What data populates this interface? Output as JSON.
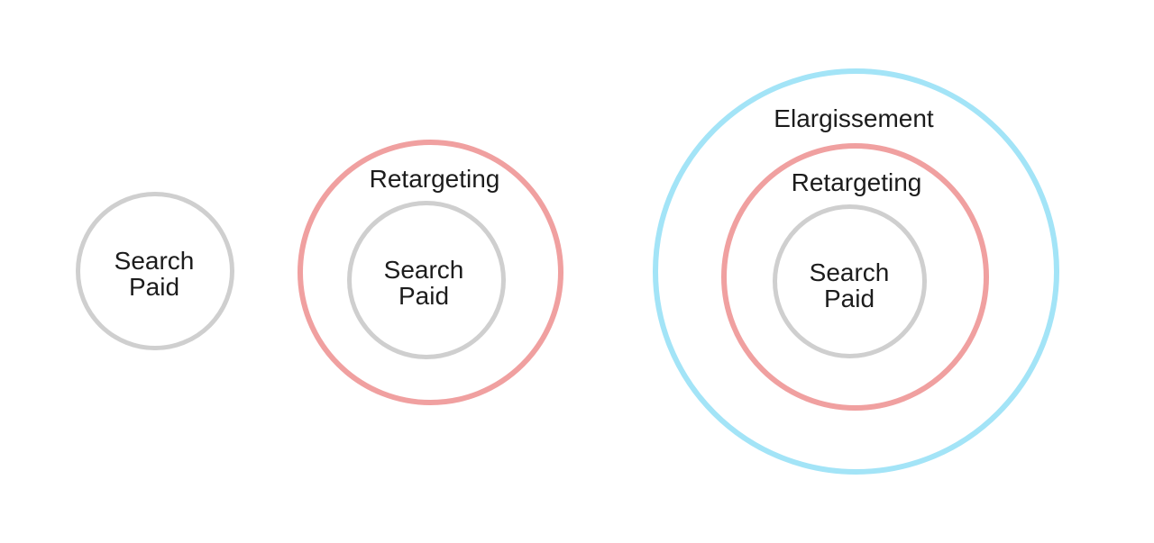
{
  "page": {
    "background": "#FFFFFF",
    "text_color": "#1C1C1C"
  },
  "diagrams": [
    {
      "name": "search-paid-stage",
      "rings": [
        {
          "label": "Search Paid",
          "color": "#CFCFCF"
        }
      ]
    },
    {
      "name": "retargeting-stage",
      "rings": [
        {
          "label": "Retargeting",
          "color": "#F0A0A0"
        },
        {
          "label": "Search Paid",
          "color": "#CFCFCF"
        }
      ]
    },
    {
      "name": "elargissement-stage",
      "rings": [
        {
          "label": "Elargissement",
          "color": "#A3E4F7"
        },
        {
          "label": "Retargeting",
          "color": "#F0A0A0"
        },
        {
          "label": "Search Paid",
          "color": "#CFCFCF"
        }
      ]
    }
  ]
}
